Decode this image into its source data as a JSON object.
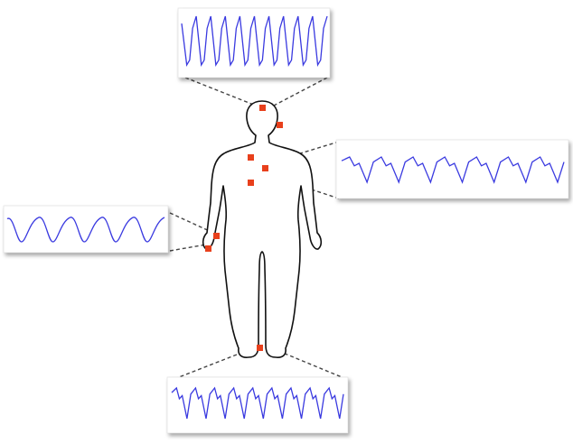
{
  "colors": {
    "background": "#ffffff",
    "waveform": "#3a3ae0",
    "sensor": "#e8401c",
    "body_outline": "#111111",
    "connector": "#444444",
    "panel": "#ffffff"
  },
  "icons": {
    "figure": "human-body-outline-icon",
    "sensor": "sensor-dot-icon"
  },
  "sensors": [
    {
      "site": "forehead"
    },
    {
      "site": "temple"
    },
    {
      "site": "chest-upper"
    },
    {
      "site": "chest-right"
    },
    {
      "site": "chest-lower"
    },
    {
      "site": "wrist-upper"
    },
    {
      "site": "wrist-lower"
    },
    {
      "site": "ankle"
    }
  ],
  "waveform_panels": [
    {
      "location": "head",
      "cycles": 10
    },
    {
      "location": "chest",
      "cycles": 7
    },
    {
      "location": "wrist",
      "cycles": 5
    },
    {
      "location": "foot",
      "cycles": 9
    }
  ]
}
